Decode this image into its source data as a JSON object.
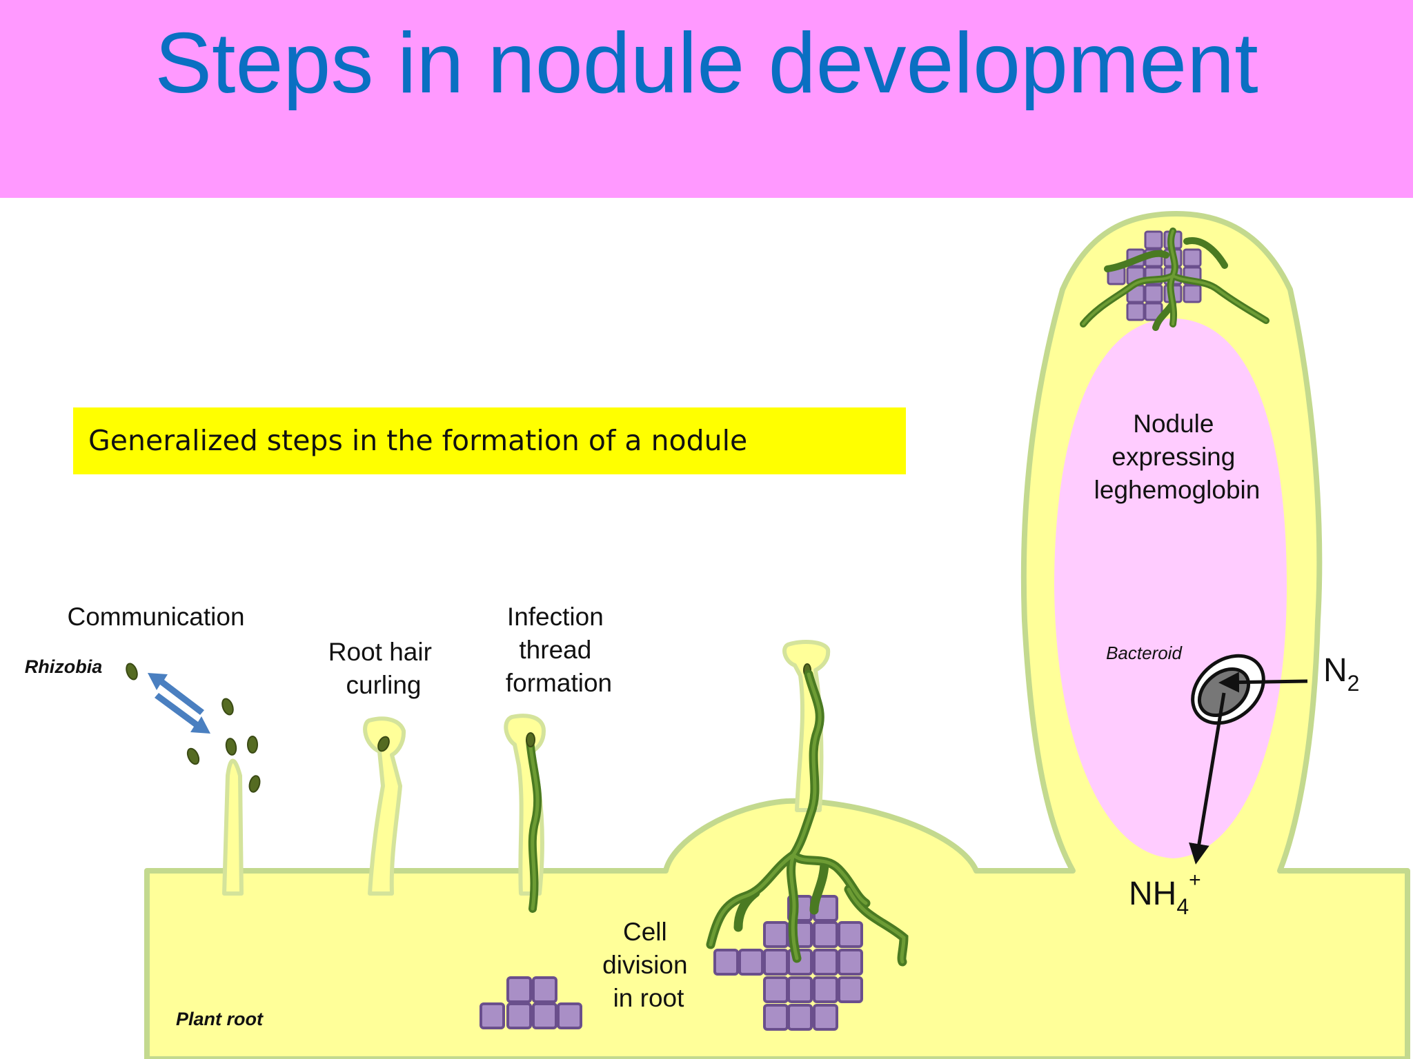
{
  "slide": {
    "title": "Steps in nodule development",
    "caption": "Generalized steps in the formation of a nodule"
  },
  "labels": {
    "communication": "Communication",
    "rhizobia": "Rhizobia",
    "root_hair_curling": [
      "Root hair",
      "curling"
    ],
    "infection_thread": [
      "Infection",
      "thread",
      "formation"
    ],
    "cell_division": [
      "Cell",
      "division",
      "in root"
    ],
    "nodule": [
      "Nodule",
      "expressing",
      "leghemoglobin"
    ],
    "bacteroid": "Bacteroid",
    "plant_root": "Plant root",
    "n2": {
      "base": "N",
      "sub": "2"
    },
    "nh4": {
      "base": "NH",
      "sub": "4",
      "sup": "+"
    }
  },
  "colors": {
    "header": "#ff99ff",
    "title": "#0a6fc2",
    "caption_bg": "#ffff00",
    "root_fill": "#ffff99",
    "root_stroke": "#c3d98e",
    "nodule_pink": "#ffccff",
    "thread_green": "#4a7a22",
    "cell_purple": "#a98fc6",
    "arrow_blue": "#4a7fc0"
  }
}
